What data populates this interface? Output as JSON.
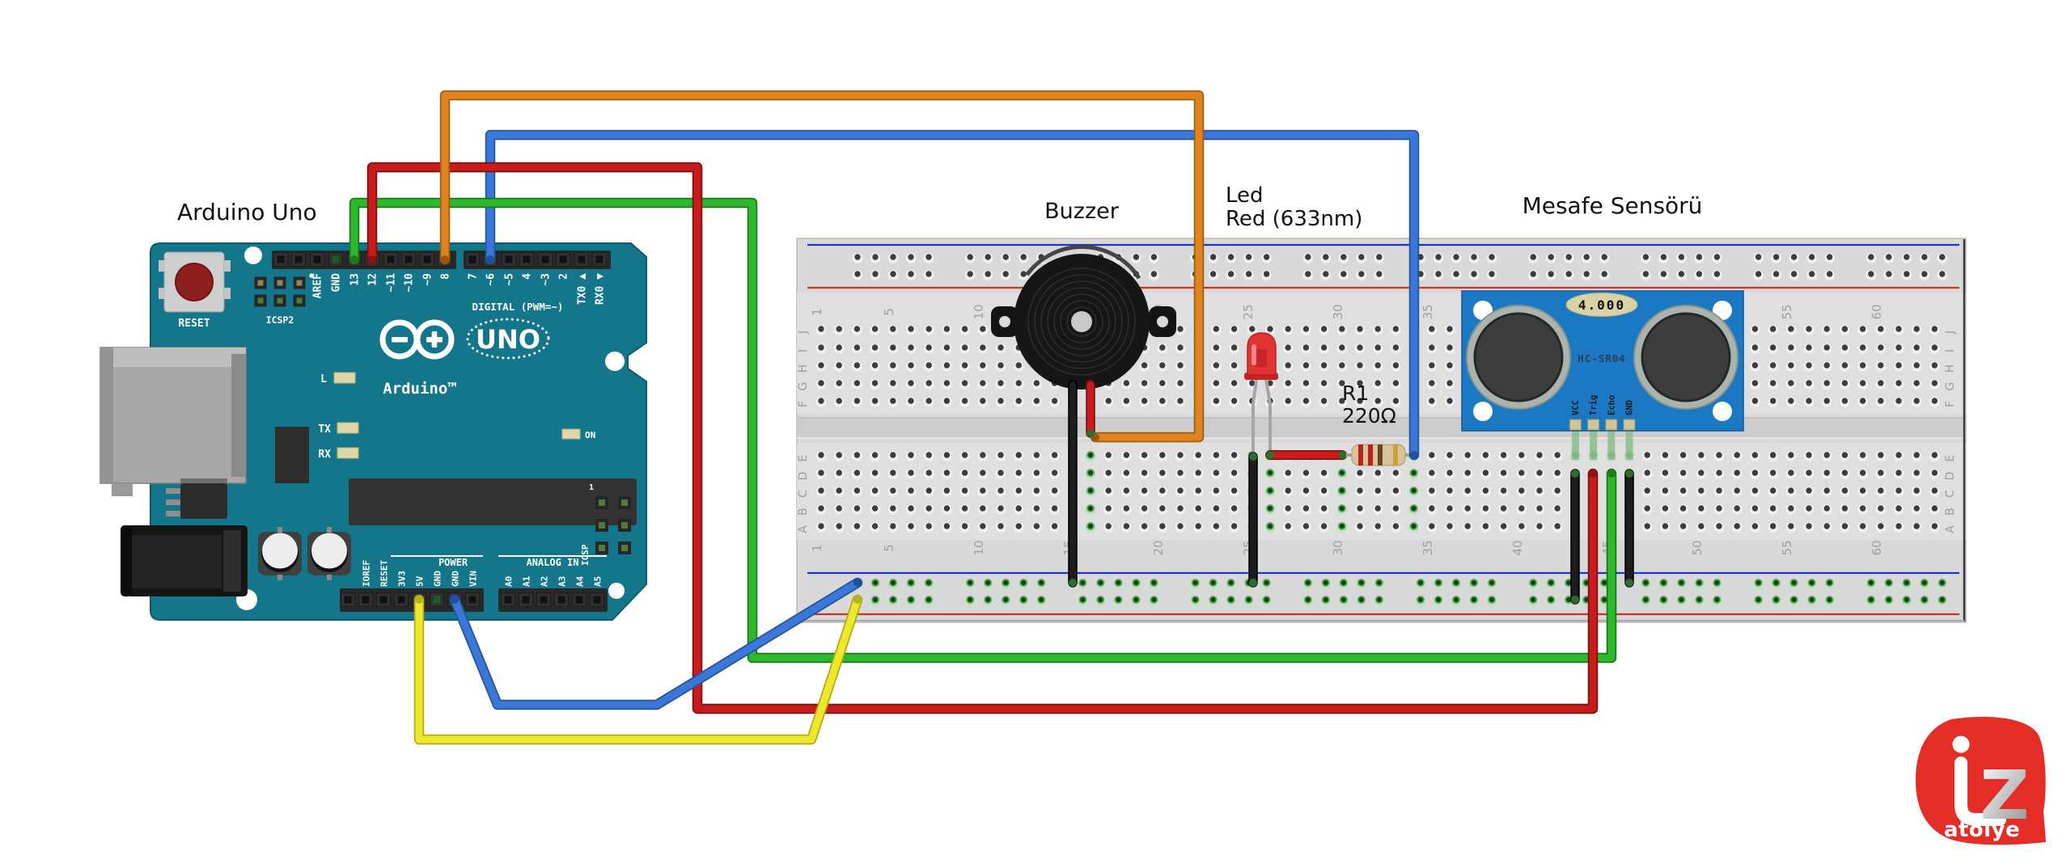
{
  "labels": {
    "arduino_uno": "Arduino Uno",
    "buzzer": "Buzzer",
    "led_line1": "Led",
    "led_line2": "Red (633nm)",
    "resistor_ref": "R1",
    "resistor_value": "220Ω",
    "sensor": "Mesafe Sensörü"
  },
  "arduino": {
    "reset": "RESET",
    "icsp2": "ICSP2",
    "icsp": "ICSP",
    "icsp_pin1": "1",
    "digital_caption": "DIGITAL (PWM=~)",
    "power_caption": "POWER",
    "analog_caption": "ANALOG IN",
    "brand": "Arduino™",
    "model_badge": "UNO",
    "on_label": "ON",
    "led_l": "L",
    "led_tx": "TX",
    "led_rx": "RX",
    "digital_pins_a": [
      "AREF",
      "GND",
      "13",
      "12",
      "~11",
      "~10",
      "~9",
      "8"
    ],
    "digital_pins_b": [
      "7",
      "~6",
      "~5",
      "4",
      "~3",
      "2",
      "TX0 ▲",
      "RX0 ▼"
    ],
    "power_pins": [
      "IOREF",
      "RESET",
      "3V3",
      "5V",
      "GND",
      "GND",
      "VIN"
    ],
    "analog_pins": [
      "A0",
      "A1",
      "A2",
      "A3",
      "A4",
      "A5"
    ]
  },
  "breadboard": {
    "row_letters_top": [
      "J",
      "I",
      "H",
      "G",
      "F"
    ],
    "row_letters_bottom": [
      "E",
      "D",
      "C",
      "B",
      "A"
    ],
    "column_numbers": [
      1,
      5,
      10,
      15,
      20,
      25,
      30,
      35,
      40,
      45,
      50,
      55,
      60
    ]
  },
  "sensor": {
    "display_value": "4.000",
    "model": "HC-SR04",
    "pins": [
      "VCC",
      "Trig",
      "Echo",
      "GND"
    ]
  },
  "logo": {
    "monogram_z": "Z",
    "wordmark": "atölye"
  },
  "colors": {
    "board_teal": "#13768a",
    "breadboard_gray": "#d9d9d9",
    "sensor_blue": "#1b79c4",
    "logo_red": "#e52d27",
    "wire_red": "#c81c1c",
    "wire_green": "#2eb82e",
    "wire_orange": "#e0831f",
    "wire_blue": "#3b77d8",
    "wire_yellow": "#efe72e",
    "wire_black": "#1d1d1d"
  }
}
